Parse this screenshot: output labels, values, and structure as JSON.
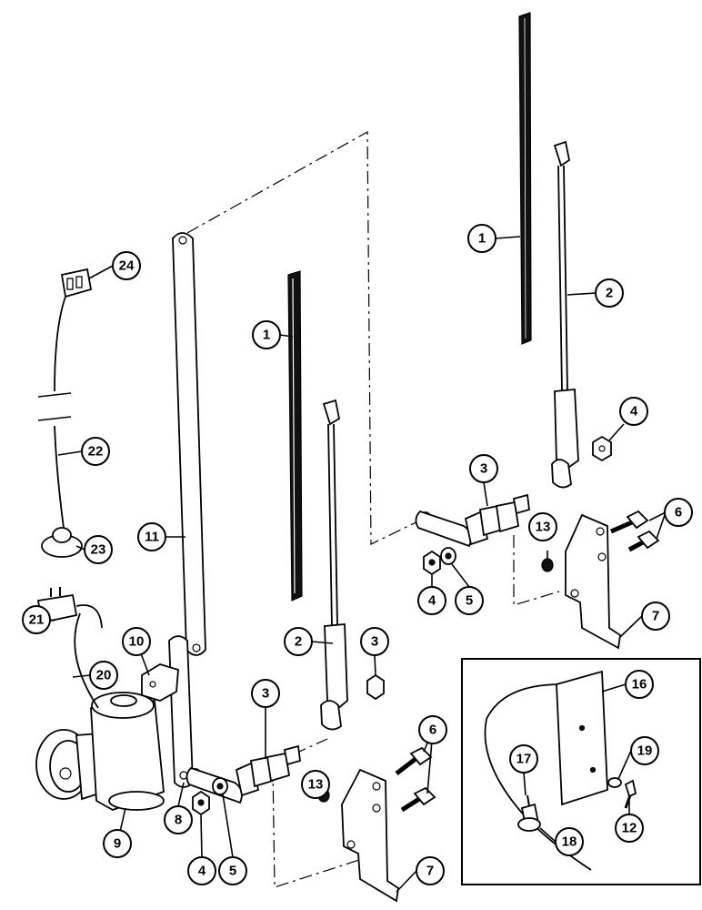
{
  "callouts": [
    {
      "id": "c1a",
      "label": "1"
    },
    {
      "id": "c1b",
      "label": "1"
    },
    {
      "id": "c2a",
      "label": "2"
    },
    {
      "id": "c2b",
      "label": "2"
    },
    {
      "id": "c3a",
      "label": "3"
    },
    {
      "id": "c3b",
      "label": "3"
    },
    {
      "id": "c3c",
      "label": "3"
    },
    {
      "id": "c4a",
      "label": "4"
    },
    {
      "id": "c4b",
      "label": "4"
    },
    {
      "id": "c4c",
      "label": "4"
    },
    {
      "id": "c5a",
      "label": "5"
    },
    {
      "id": "c5b",
      "label": "5"
    },
    {
      "id": "c6a",
      "label": "6"
    },
    {
      "id": "c6b",
      "label": "6"
    },
    {
      "id": "c7a",
      "label": "7"
    },
    {
      "id": "c7b",
      "label": "7"
    },
    {
      "id": "c8",
      "label": "8"
    },
    {
      "id": "c9",
      "label": "9"
    },
    {
      "id": "c10",
      "label": "10"
    },
    {
      "id": "c11",
      "label": "11"
    },
    {
      "id": "c12",
      "label": "12"
    },
    {
      "id": "c13a",
      "label": "13"
    },
    {
      "id": "c13b",
      "label": "13"
    },
    {
      "id": "c16",
      "label": "16"
    },
    {
      "id": "c17",
      "label": "17"
    },
    {
      "id": "c18",
      "label": "18"
    },
    {
      "id": "c19",
      "label": "19"
    },
    {
      "id": "c20",
      "label": "20"
    },
    {
      "id": "c21",
      "label": "21"
    },
    {
      "id": "c22",
      "label": "22"
    },
    {
      "id": "c23",
      "label": "23"
    },
    {
      "id": "c24",
      "label": "24"
    }
  ]
}
